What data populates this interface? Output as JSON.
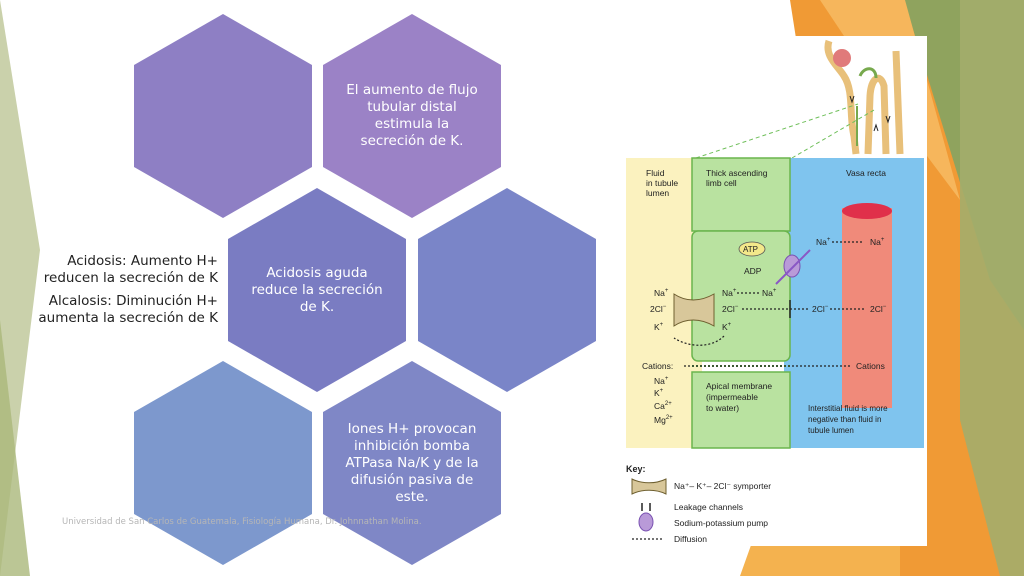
{
  "hexagons": {
    "h2": "El aumento de flujo tubular distal estimula la secreción de K.",
    "h3": "Acidosis aguda reduce la secreción de K.",
    "h6": "Iones H+ provocan inhibición bomba ATPasa Na/K y de la difusión pasiva de este."
  },
  "side_text": {
    "acidosis": "Acidosis: Aumento H+ reducen la secreción de K",
    "alcalosis": "Alcalosis: Diminución H+ aumenta la secreción de K"
  },
  "footer": "Universidad de San Carlos de Guatemala, Fisiología Humana, Dr. Johnnathan Molina.",
  "figure": {
    "region_fluid": "Fluid",
    "region_fluid_2": "in tubule",
    "region_fluid_3": "lumen",
    "region_cell": "Thick ascending",
    "region_cell_2": "limb cell",
    "region_vasa": "Vasa recta",
    "atp": "ATP",
    "adp": "ADP",
    "na": "Na",
    "plus": "+",
    "cl": "2Cl",
    "minus": "−",
    "k": "K",
    "cations": "Cations:",
    "cations_right": "Cations",
    "ca": "Ca",
    "mg": "Mg",
    "two_plus": "2+",
    "apical_1": "Apical membrane",
    "apical_2": "(impermeable",
    "apical_3": "to water)",
    "interstitial_1": "Interstitial fluid is more",
    "interstitial_2": "negative than fluid in",
    "interstitial_3": "tubule lumen",
    "key_title": "Key:",
    "key_symporter": "Na⁺– K⁺– 2Cl⁻ symporter",
    "key_leakage": "Leakage channels",
    "key_pump": "Sodium-potassium pump",
    "key_diffusion": "Diffusion"
  },
  "colors": {
    "hex_purple": "#9b82c6",
    "hex_blue": "#7d98cd",
    "accent_orange": "#f3a13a",
    "accent_green": "#9fb06a"
  }
}
